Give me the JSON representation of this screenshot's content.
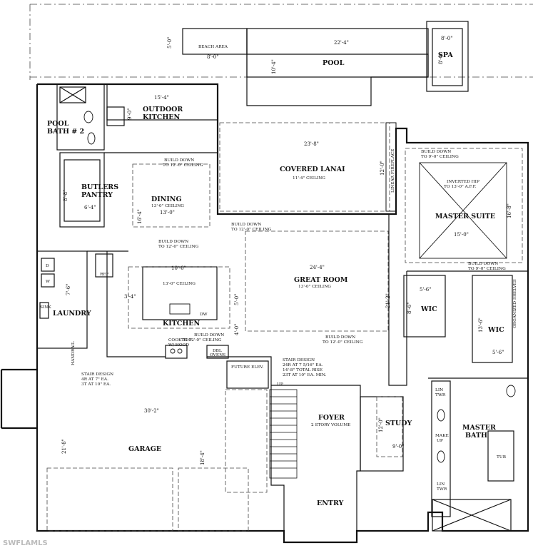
{
  "rooms": {
    "beach_area": "BEACH AREA",
    "pool": "POOL",
    "spa": "SPA",
    "outdoor_kitchen": [
      "OUTDOOR",
      "KITCHEN"
    ],
    "pool_bath": [
      "POOL",
      "BATH # 2"
    ],
    "covered_lanai": "COVERED LANAI",
    "butlers_pantry": [
      "BUTLERS",
      "PANTRY"
    ],
    "dining": "DINING",
    "master_suite": "MASTER SUITE",
    "great_room": "GREAT ROOM",
    "kitchen": "KITCHEN",
    "laundry": "LAUNDRY",
    "wic_1": "WIC",
    "wic_2": "WIC",
    "garage": "GARAGE",
    "foyer": "FOYER",
    "study": "STUDY",
    "master_bath": [
      "MASTER",
      "BATH"
    ],
    "entry": "ENTRY",
    "future_elev": "FUTURE ELEV."
  },
  "notes": {
    "lanai_ceiling": "11'-4\" CEILING",
    "dining_builddown": [
      "BUILD DOWN",
      "TO 12'-0\" CEILING"
    ],
    "dining_ceiling": "13'-0\" CEILING",
    "master_builddown": [
      "BUILD DOWN",
      "TO 9'-0\" CEILING"
    ],
    "inverted_hip": [
      "INVERTED HIP",
      "TO 13'-0\" A.F.F."
    ],
    "builddown_center": [
      "BUILD DOWN",
      "TO 12'-0\" CEILING"
    ],
    "builddown_left": [
      "BUILD DOWN",
      "TO 12'-0\" CEILING"
    ],
    "great_room_ceiling": "13'-0\" CEILING",
    "kitchen_ceiling": "13'-0\" CEILING",
    "builddown_wic": [
      "BUILD DOWN",
      "TO 9'-0\" CEILING"
    ],
    "builddown_great": [
      "BUILD DOWN",
      "TO 12'-0\" CEILING"
    ],
    "builddown_kitchen": [
      "BUILD DOWN",
      "TO 12'-0\" CEILING"
    ],
    "cook_top": [
      "COOK TOP",
      "W/ HOOD"
    ],
    "ovens": [
      "DBL",
      "OVENS"
    ],
    "stair_design_main": [
      "STAIR DESIGN",
      "24R AT 7 5/16\" EA.",
      "14'-8\" TOTAL RISE",
      "23T AT 10\" EA. MIN."
    ],
    "stair_design_garage": [
      "STAIR DESIGN",
      "4R AT 7\" EA.",
      "3T AT 10\" EA."
    ],
    "foyer_volume": "2 STORY VOLUME",
    "linear_fireplace": "LINEAR FIREPLACE",
    "organized_shelves": "ORGANIZED SHELVES",
    "ref": "REF",
    "dw": "DW",
    "sink": "SINK",
    "d": "D",
    "w": "W",
    "handrail": "HANDRAIL",
    "up": "UP",
    "lin_twr_top": [
      "LIN",
      "TWR"
    ],
    "lin_twr_bottom": [
      "LIN",
      "TWR"
    ],
    "make_up": [
      "MAKE",
      "UP"
    ],
    "tub": "TUB"
  },
  "dims": {
    "beach_h": "5'-0\"",
    "beach_w": "8'-0\"",
    "pool_w": "22'-4\"",
    "pool_h": "10'-4\"",
    "spa_w": "8'-0\"",
    "spa_h": "8'-0\"",
    "outdoor_w": "15'-4\"",
    "outdoor_h": "9'-0\"",
    "lanai_w": "23'-8\"",
    "lanai_h": "12'-0\"",
    "pantry_h": "8'-8\"",
    "pantry_w": "6'-4\"",
    "dining_w": "13'-0\"",
    "dining_h": "16'-4\"",
    "master_w": "15'-0\"",
    "master_h": "16'-8\"",
    "great_w": "24'-4\"",
    "great_h": "21'-2\"",
    "kitchen_w": "10'-0\"",
    "kitchen_3_4": "3'-4\"",
    "kitchen_5": "5'-0\"",
    "kitchen_4": "4'-0\"",
    "laundry_h": "7'-6\"",
    "wic1_w": "5'-6\"",
    "wic1_h": "8'-6\"",
    "wic2_h": "13'-6\"",
    "wic2_w": "5'-6\"",
    "garage_w": "30'-2\"",
    "garage_h": "21'-8\"",
    "garage_inner_h": "18'-4\"",
    "study_w": "9'-0\"",
    "study_h": "12'-0\""
  },
  "watermark": "SWFLAMLS"
}
